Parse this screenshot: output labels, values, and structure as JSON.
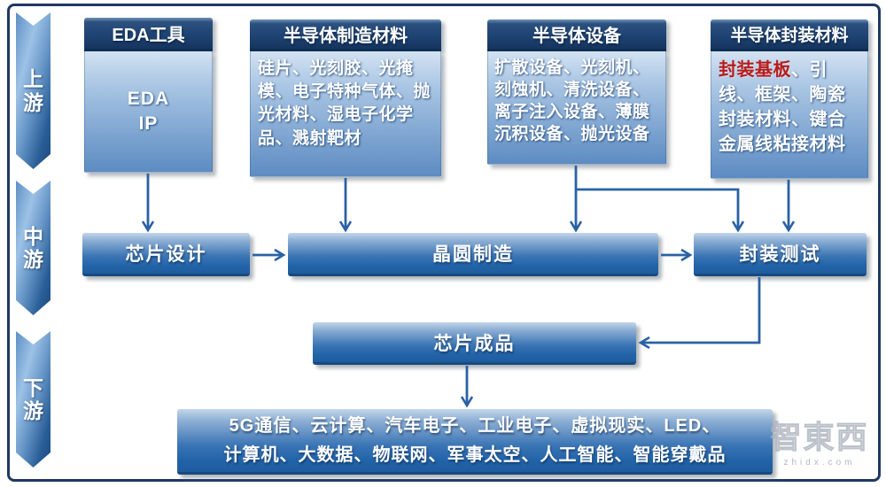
{
  "stage_ribbons": [
    {
      "id": "upstream",
      "label_chars": [
        "上",
        "游"
      ]
    },
    {
      "id": "midstream",
      "label_chars": [
        "中",
        "游"
      ]
    },
    {
      "id": "downstream",
      "label_chars": [
        "下",
        "游"
      ]
    }
  ],
  "upstream_columns": [
    {
      "header": "EDA工具",
      "lines": [
        "EDA",
        "IP"
      ]
    },
    {
      "header": "半导体制造材料",
      "content": "硅片、光刻胶、光掩模、电子特种气体、抛光材料、湿电子化学品、溅射靶材"
    },
    {
      "header": "半导体设备",
      "content": "扩散设备、光刻机、刻蚀机、清洗设备、离子注入设备、薄膜沉积设备、抛光设备"
    },
    {
      "header": "半导体封装材料",
      "highlight": "封装基板",
      "content": "、引线、框架、陶瓷封装材料、键合金属线粘接材料"
    }
  ],
  "process_nodes": [
    {
      "label": "芯片设计"
    },
    {
      "label": "晶圆制造"
    },
    {
      "label": "封装测试"
    }
  ],
  "product_node": {
    "label": "芯片成品"
  },
  "application_node": {
    "lines": [
      "5G通信、云计算、汽车电子、工业电子、虚拟现实、LED、",
      "计算机、大数据、物联网、军事太空、人工智能、智能穿戴品"
    ]
  },
  "watermark": {
    "logo": "智東西",
    "domain": "zhidx.com"
  },
  "colors": {
    "frame_border": "#1f3864",
    "header_dark_blue": "#1f4474",
    "content_light_blue": "#7aa2cf",
    "process_blue": "#2163a8",
    "arrow_blue": "#2a61a5",
    "highlight_red": "#b51d1d"
  }
}
